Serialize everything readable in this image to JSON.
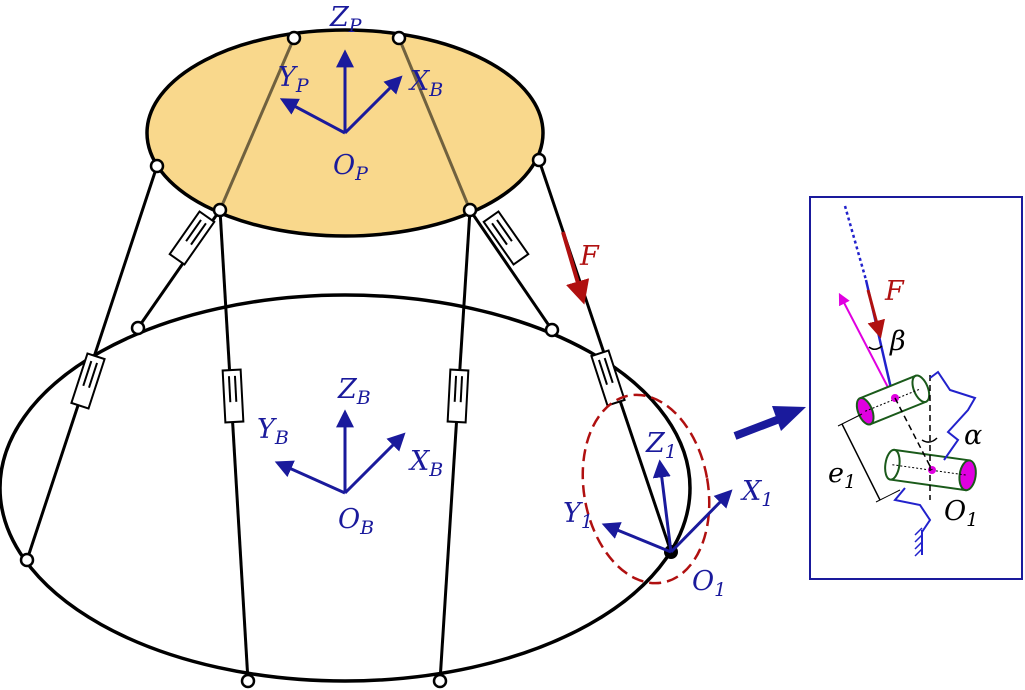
{
  "labels": {
    "zp": "Z",
    "zp_sub": "P",
    "yp": "Y",
    "yp_sub": "P",
    "xb_top": "X",
    "xb_top_sub": "B",
    "op": "O",
    "op_sub": "P",
    "zb": "Z",
    "zb_sub": "B",
    "yb": "Y",
    "yb_sub": "B",
    "xb": "X",
    "xb_sub": "B",
    "ob": "O",
    "ob_sub": "B",
    "z1": "Z",
    "z1_sub": "1",
    "y1": "Y",
    "y1_sub": "1",
    "x1": "X",
    "x1_sub": "1",
    "o1": "O",
    "o1_sub": "1",
    "force": "F"
  },
  "inset": {
    "force": "F",
    "beta": "β",
    "alpha": "α",
    "e": "e",
    "e_sub": "1",
    "o": "O",
    "o_sub": "1"
  },
  "colors": {
    "platform_fill": "#f8d37c",
    "axis": "#1a1a9c",
    "force": "#b01010",
    "dashed_ellipse": "#b01010",
    "magenta": "#e000e0",
    "joint_link": "#2222cc",
    "inset_border": "#1a1a9c"
  }
}
